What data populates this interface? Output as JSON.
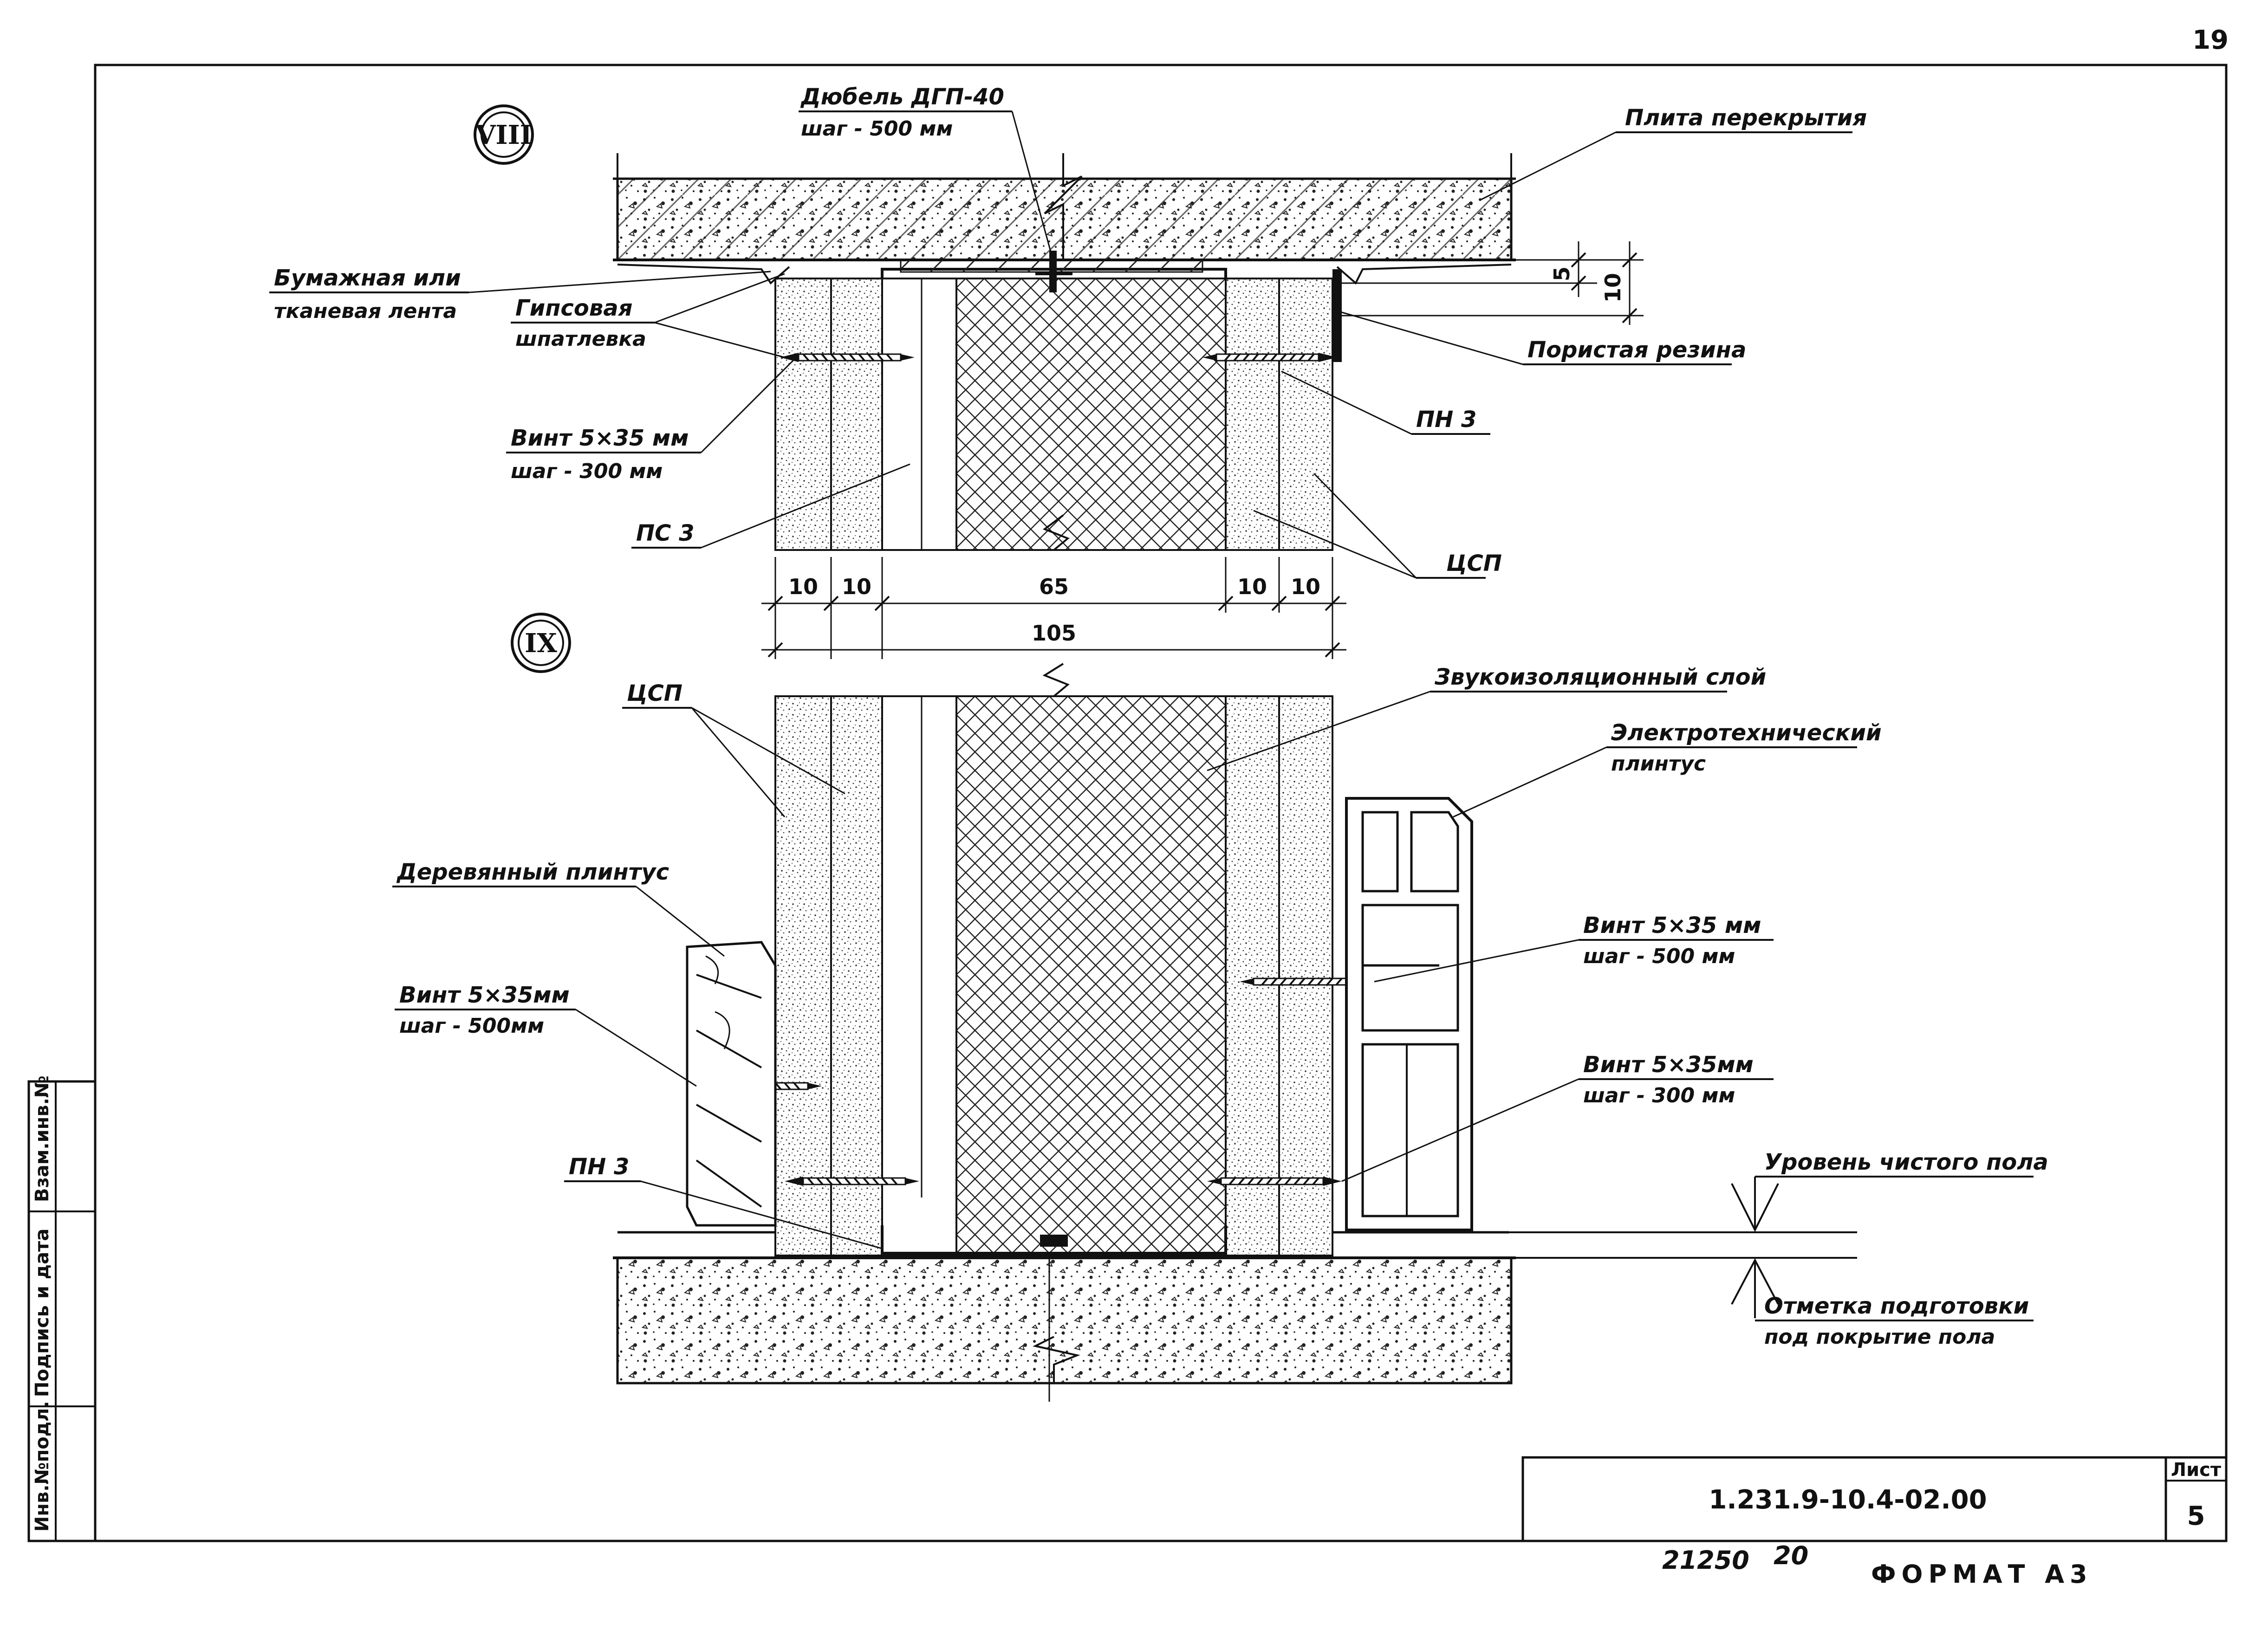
{
  "sheet": {
    "page_number": "19",
    "format": "ФОРМАТ  А3",
    "footer_left": "21250",
    "footer_right": "20",
    "sheet_label": "Лист",
    "sheet_number": "5",
    "document_code": "1.231.9-10.4-02.00",
    "side_stamp": [
      "Инв.№подл.",
      "Подпись и дата",
      "Взам.инв.№"
    ]
  },
  "details": {
    "upper": "VIII",
    "lower": "IX"
  },
  "upper_labels": {
    "dowel_title": "Дюбель ДГП-40",
    "dowel_step": "шаг - 500 мм",
    "slab": "Плита перекрытия",
    "tape_1": "Бумажная или",
    "tape_2": "тканевая лента",
    "putty_1": "Гипсовая",
    "putty_2": "шпатлевка",
    "rubber": "Пористая резина",
    "screw_title": "Винт 5×35 мм",
    "screw_step": "шаг - 300 мм",
    "pn": "ПН 3",
    "ps": "ПС 3",
    "csp": "ЦСП"
  },
  "dimensions": {
    "d1": "10",
    "d2": "10",
    "d3": "65",
    "d4": "10",
    "d5": "10",
    "total": "105",
    "v1": "5",
    "v2": "10"
  },
  "lower_labels": {
    "csp": "ЦСП",
    "sound": "Звукоизоляционный слой",
    "elec_1": "Электротехнический",
    "elec_2": "плинтус",
    "wood": "Деревянный плинтус",
    "screw_r1_title": "Винт 5×35 мм",
    "screw_r1_step": "шаг - 500 мм",
    "screw_l_title": "Винт 5×35мм",
    "screw_l_step": "шаг - 500мм",
    "screw_r2_title": "Винт 5×35мм",
    "screw_r2_step": "шаг - 300 мм",
    "pn": "ПН 3",
    "floor_level": "Уровень чистого пола",
    "prep_1": "Отметка подготовки",
    "prep_2": "под покрытие пола"
  }
}
